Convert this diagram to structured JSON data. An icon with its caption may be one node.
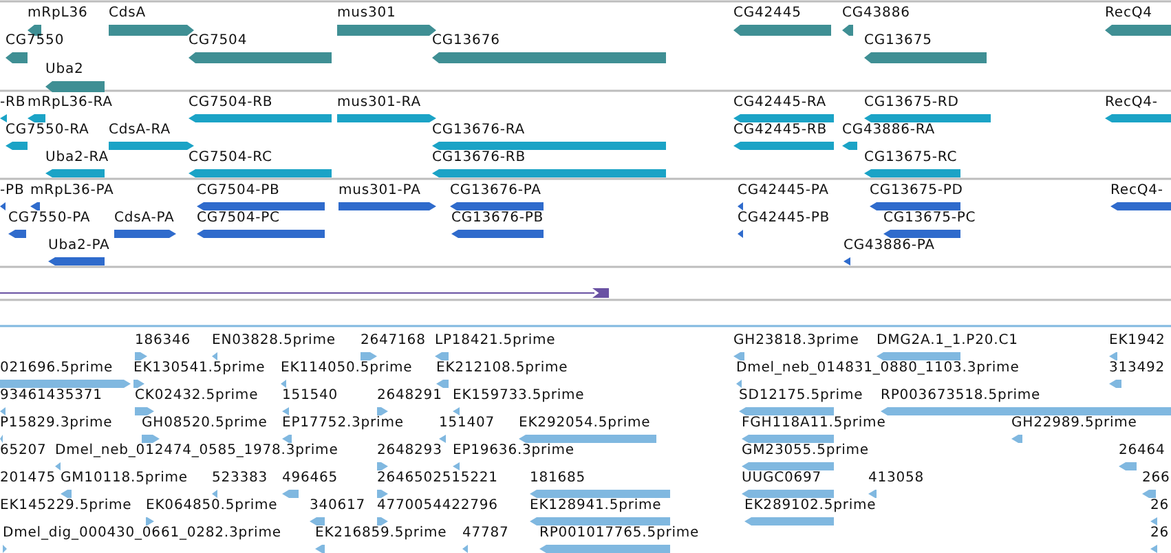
{
  "diagram": {
    "labels": [
      "mRpL36",
      "CdsA",
      "mus301",
      "CG42445",
      "CG43886",
      "RecQ4",
      "CG7550",
      "CG7504",
      "CG13676",
      "CG13675",
      "Uba2",
      "-RB",
      "mRpL36-RA",
      "CG7504-RB",
      "mus301-RA",
      "CG42445-RA",
      "CG13675-RD",
      "RecQ4-",
      "CG7550-RA",
      "CdsA-RA",
      "CG13676-RA",
      "CG42445-RB",
      "CG43886-RA",
      "Uba2-RA",
      "CG7504-RC",
      "CG13676-RB",
      "CG13675-RC",
      "-PB",
      "mRpL36-PA",
      "CG7504-PB",
      "mus301-PA",
      "CG13676-PA",
      "CG42445-PA",
      "CG13675-PD",
      "RecQ4-",
      "CG7550-PA",
      "CdsA-PA",
      "CG7504-PC",
      "CG13676-PB",
      "CG42445-PB",
      "CG13675-PC",
      "Uba2-PA",
      "CG43886-PA",
      "186346",
      "EN03828.5prime",
      "2647168",
      "LP18421.5prime",
      "GH23818.3prime",
      "DMG2A.1_1.P20.C1",
      "EK1942",
      "021696.5prime",
      "EK130541.5prime",
      "EK114050.5prime",
      "EK212108.5prime",
      "Dmel_neb_014831_0880_1103.3prime",
      "313492",
      "93461435371",
      "CK02432.5prime",
      "151540",
      "2648291",
      "EK159733.5prime",
      "SD12175.5prime",
      "RP003673518.5prime",
      "P15829.3prime",
      "GH08520.5prime",
      "EP17752.3prime",
      "151407",
      "EK292054.5prime",
      "FGH118A11.5prime",
      "GH22989.5prime",
      "65207",
      "Dmel_neb_012474_0585_1978.3prime",
      "2648293",
      "EP19636.3prime",
      "GM23055.5prime",
      "26464",
      "201475",
      "GM10118.5prime",
      "523383",
      "496465",
      "2646502515221",
      "181685",
      "UUGC0697",
      "413058",
      "266",
      "EK145229.5prime",
      "EK064850.5prime",
      "340617",
      "4770054422796",
      "EK128941.5prime",
      "EK289102.5prime",
      "26",
      "Dmel_dig_000430_0661_0282.3prime",
      "EK216859.5prime",
      "47787",
      "RP001017765.5prime",
      "26"
    ]
  }
}
